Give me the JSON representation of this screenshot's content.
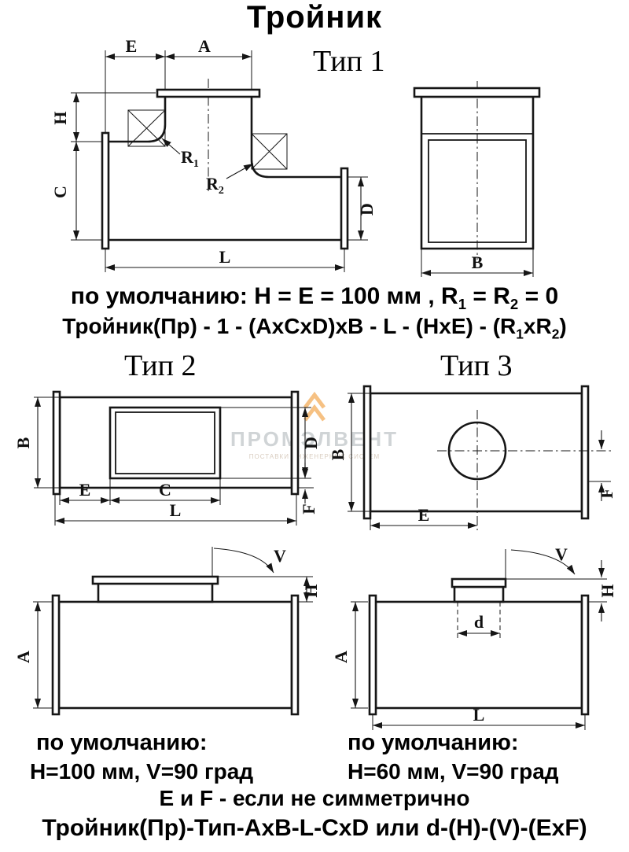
{
  "title": "Тройник",
  "watermark": {
    "brand": "ПРОМЭЛВЕНТ",
    "tagline": "ПОСТАВКИ ИНЖЕНЕРНЫХ СИСТЕМ"
  },
  "dims": {
    "E": "E",
    "A": "A",
    "H": "H",
    "C": "C",
    "L": "L",
    "D": "D",
    "B": "B",
    "F": "F",
    "V": "V",
    "d": "d",
    "R": "R",
    "sub1": "1",
    "sub2": "2"
  },
  "type1": {
    "label": "Тип 1",
    "defaults": {
      "p1": "по умолчанию: H = E = 100 мм , R",
      "s1": "1",
      "p2": " = R",
      "s2": "2",
      "p3": " = 0"
    },
    "formula": {
      "p1": "Тройник(Пр) - 1 - (AхCхD)хB - L - (HхE) - (R",
      "s1": "1",
      "p2": "хR",
      "s2": "2",
      "p3": ")"
    }
  },
  "type2": {
    "label": "Тип 2",
    "defaults_title": "по умолчанию:",
    "defaults_value": "H=100 мм, V=90 град"
  },
  "type3": {
    "label": "Тип 3",
    "defaults_title": "по умолчанию:",
    "defaults_value": "H=60 мм, V=90 град"
  },
  "footer": {
    "note": "Е и F - если не симметрично",
    "formula": "Тройник(Пр)-Тип-АхВ-L-СхD или d-(H)-(V)-(ЕхF)"
  }
}
